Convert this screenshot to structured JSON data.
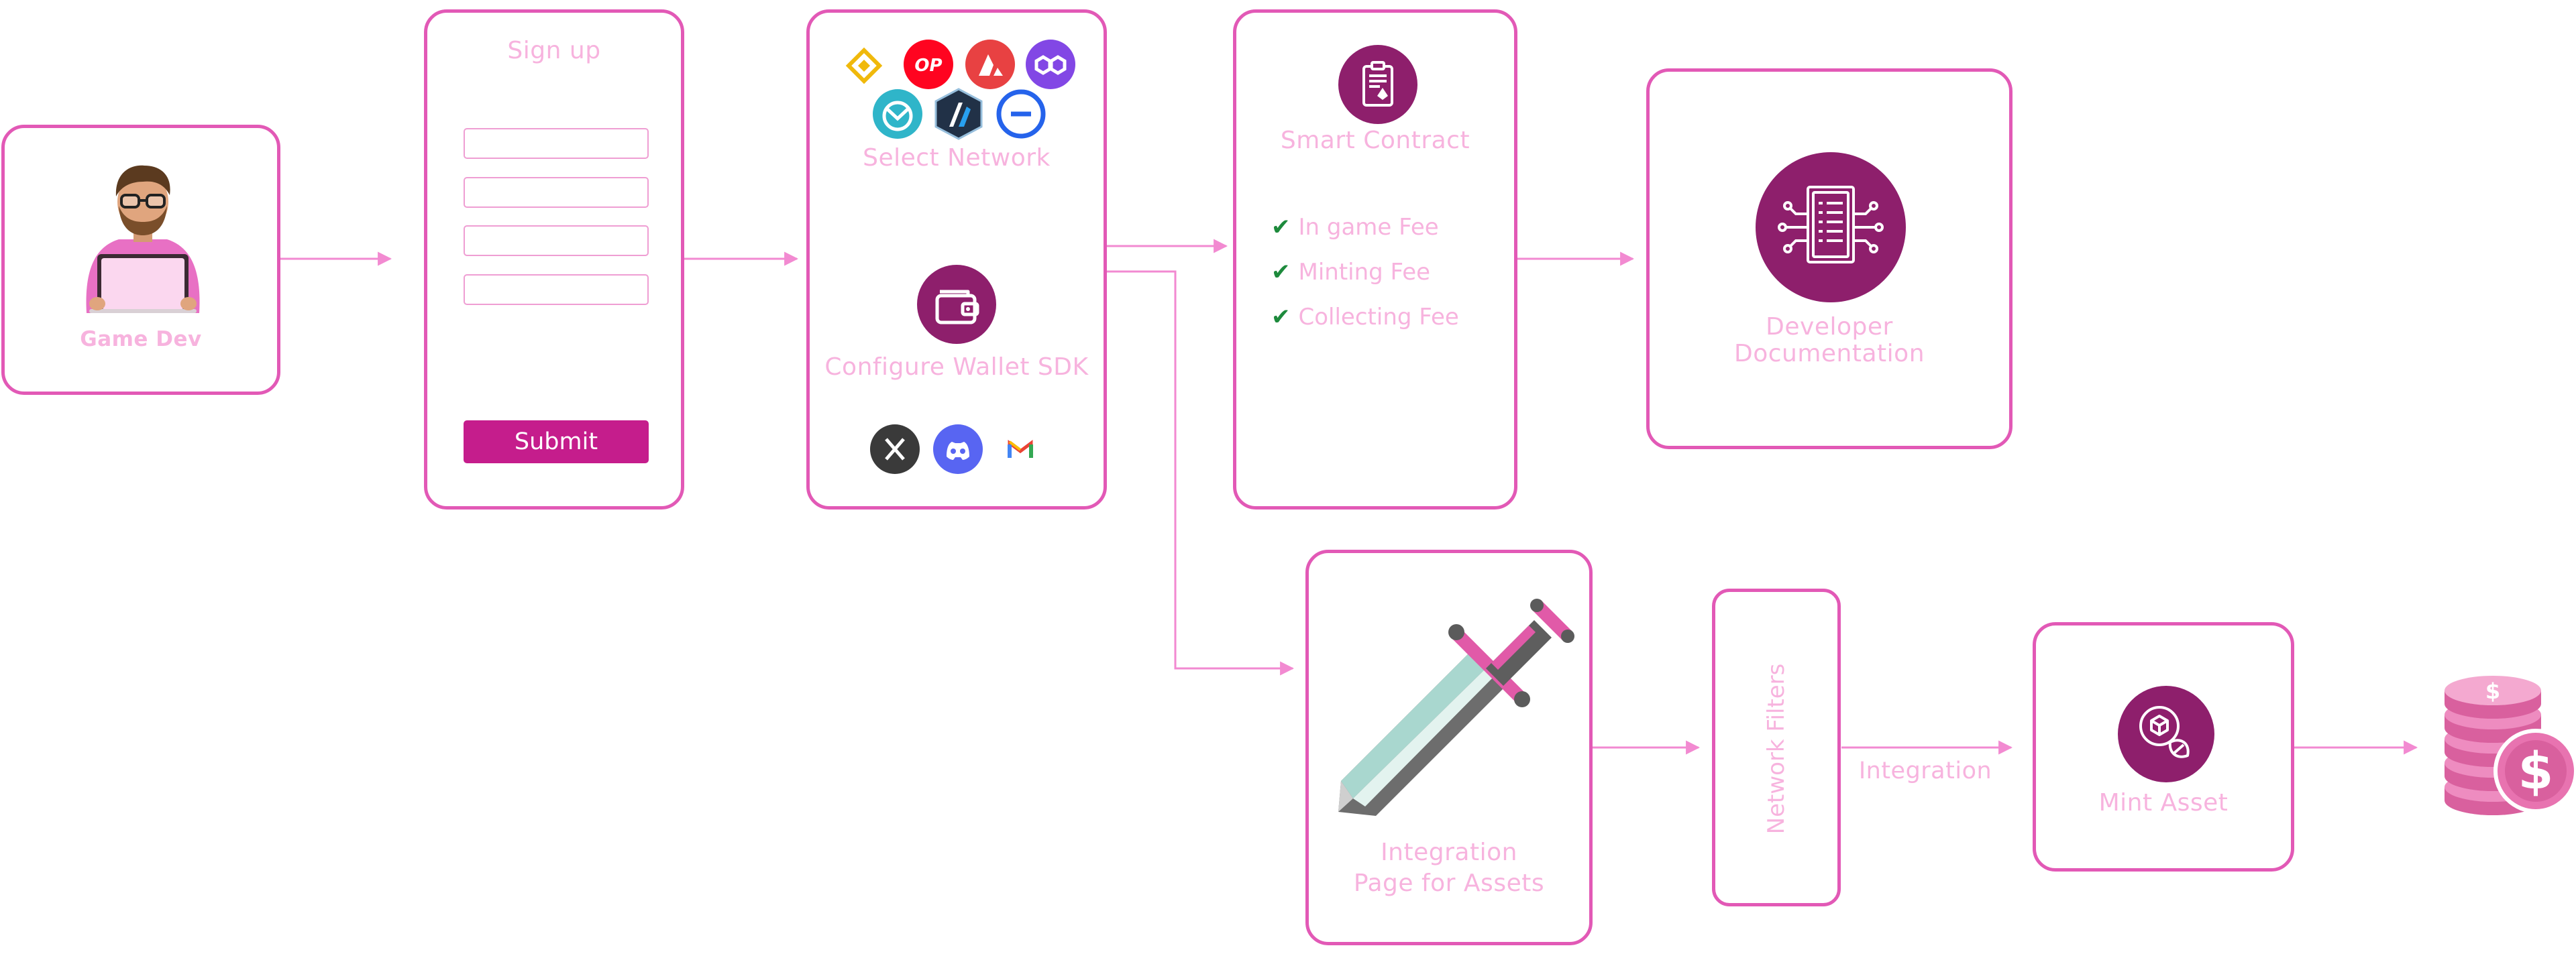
{
  "colors": {
    "border": "#e259b6",
    "label": "#f7b3de",
    "arrow": "#f28ad1",
    "icon_bg": "#8e1f6c",
    "button_bg": "#c51d8c",
    "check": "#1d8a3c"
  },
  "game_dev": {
    "label": "Game Dev",
    "icon": "developer-with-laptop-icon"
  },
  "signup": {
    "title": "Sign up",
    "fields": [
      "",
      "",
      "",
      ""
    ],
    "submit_label": "Submit"
  },
  "network": {
    "label": "Select Network",
    "logos": [
      "binance-icon",
      "optimism-icon",
      "avalanche-icon",
      "polygon-icon",
      "gnosis-icon",
      "arbitrum-icon",
      "ethereum-blue-icon"
    ],
    "optimism_text": "OP",
    "wallet_label": "Configure Wallet SDK",
    "wallet_icon": "wallet-icon",
    "social": [
      "x-icon",
      "discord-icon",
      "gmail-icon"
    ]
  },
  "contract": {
    "label": "Smart Contract",
    "icon": "contract-document-icon",
    "fees": [
      "In game Fee",
      "Minting Fee",
      "Collecting Fee"
    ]
  },
  "docs": {
    "label_line1": "Developer",
    "label_line2": "Documentation",
    "icon": "documentation-circuit-icon"
  },
  "integration_page": {
    "label_line1": "Integration",
    "label_line2": "Page for Assets",
    "icon": "sword-icon"
  },
  "filters": {
    "label": "Network Filters"
  },
  "integration_label": "Integration",
  "mint": {
    "label": "Mint Asset",
    "icon": "mint-asset-icon"
  },
  "coins": {
    "icon": "dollar-coins-icon"
  }
}
